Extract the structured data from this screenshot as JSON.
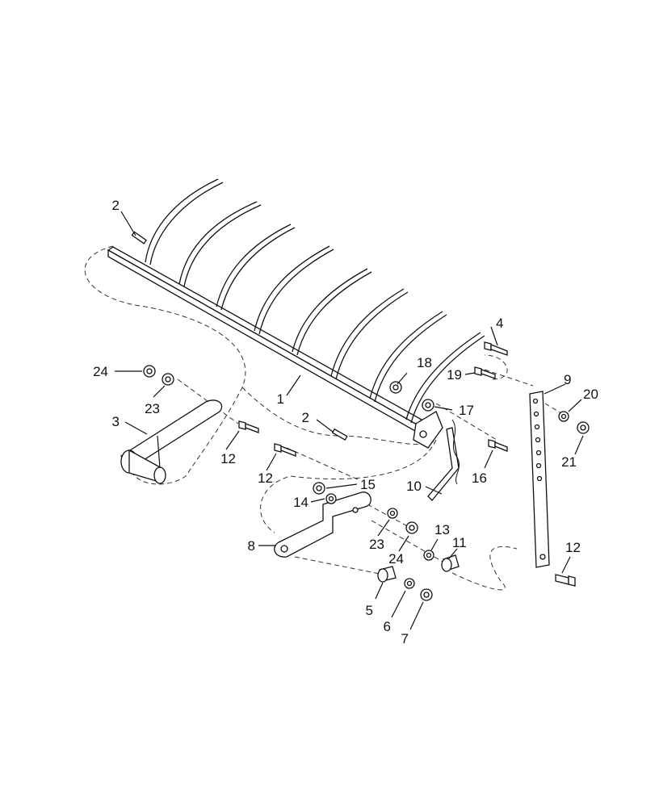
{
  "callouts": [
    {
      "id": "c2a",
      "text": "2"
    },
    {
      "id": "c2b",
      "text": "2"
    },
    {
      "id": "c1",
      "text": "1"
    },
    {
      "id": "c3",
      "text": "3"
    },
    {
      "id": "c4",
      "text": "4"
    },
    {
      "id": "c5",
      "text": "5"
    },
    {
      "id": "c6",
      "text": "6"
    },
    {
      "id": "c7",
      "text": "7"
    },
    {
      "id": "c8",
      "text": "8"
    },
    {
      "id": "c9",
      "text": "9"
    },
    {
      "id": "c10",
      "text": "10"
    },
    {
      "id": "c11",
      "text": "11"
    },
    {
      "id": "c12a",
      "text": "12"
    },
    {
      "id": "c12b",
      "text": "12"
    },
    {
      "id": "c12c",
      "text": "12"
    },
    {
      "id": "c13",
      "text": "13"
    },
    {
      "id": "c14",
      "text": "14"
    },
    {
      "id": "c15",
      "text": "15"
    },
    {
      "id": "c16",
      "text": "16"
    },
    {
      "id": "c17",
      "text": "17"
    },
    {
      "id": "c18",
      "text": "18"
    },
    {
      "id": "c19",
      "text": "19"
    },
    {
      "id": "c20",
      "text": "20"
    },
    {
      "id": "c21",
      "text": "21"
    },
    {
      "id": "c23a",
      "text": "23"
    },
    {
      "id": "c23b",
      "text": "23"
    },
    {
      "id": "c24a",
      "text": "24"
    },
    {
      "id": "c24b",
      "text": "24"
    }
  ]
}
